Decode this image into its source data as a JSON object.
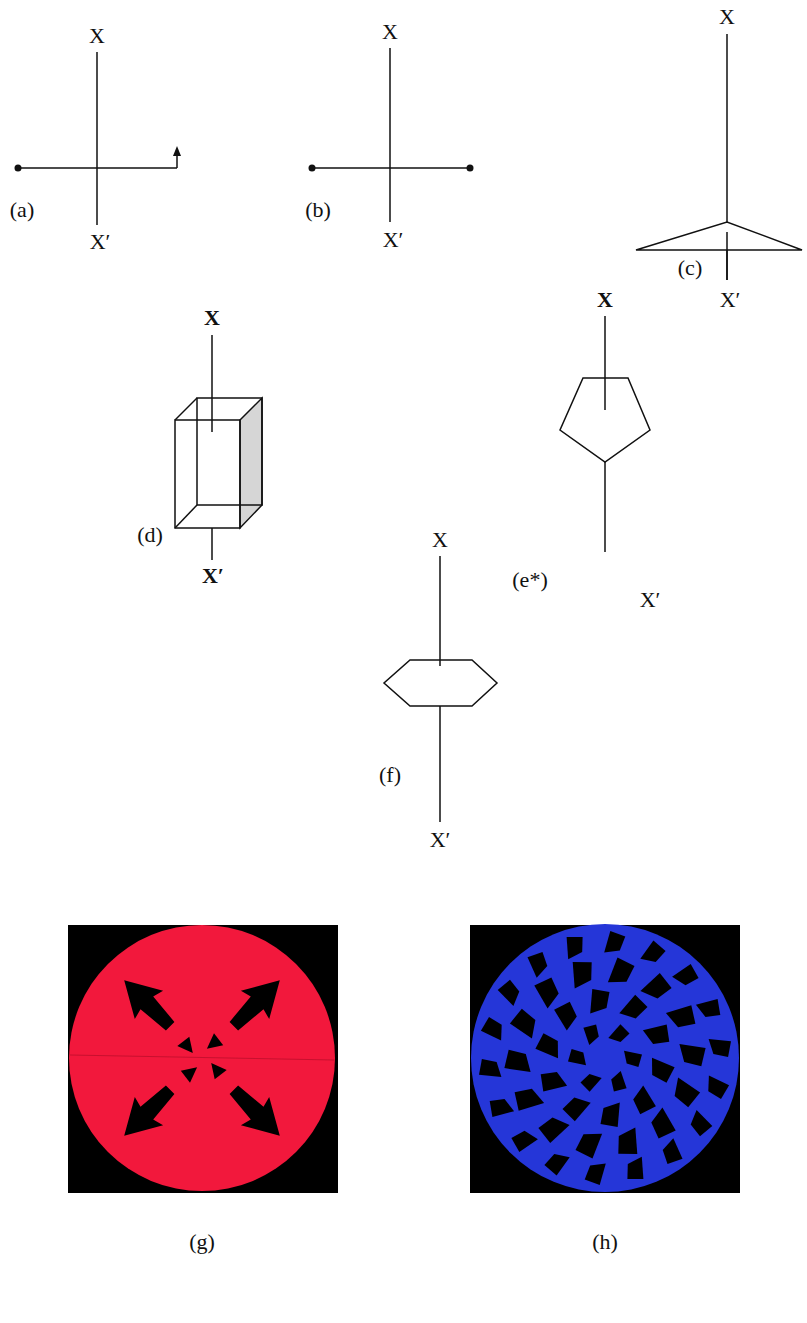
{
  "diagram": {
    "labels": [
      "X",
      "X",
      "X",
      "(a)",
      "X′",
      "(b)",
      "X′",
      "(c)",
      "X′",
      "X",
      "X",
      "(d)",
      "(e*)",
      "X′",
      "X′",
      "X",
      "(f)",
      "X′",
      "(g)",
      "(h)"
    ]
  }
}
